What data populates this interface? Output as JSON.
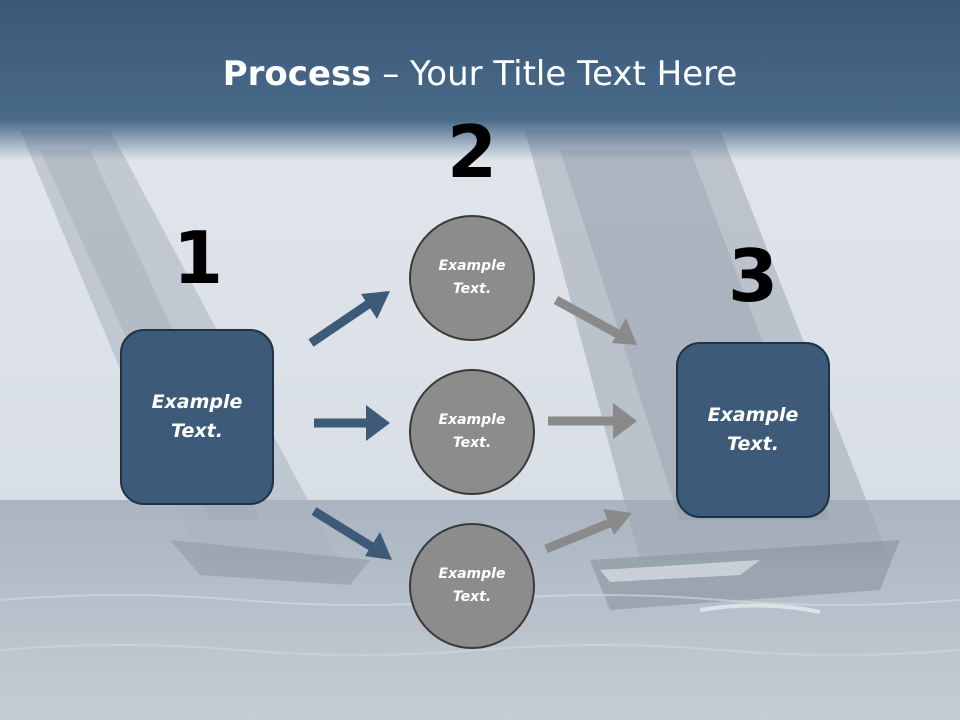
{
  "title": {
    "bold": "Process",
    "rest": " – Your Title Text Here"
  },
  "steps": [
    {
      "number": "1",
      "label": "Example Text."
    },
    {
      "number": "2",
      "label": "Example Text."
    },
    {
      "number": "3",
      "label": "Example Text."
    }
  ],
  "middle_items": [
    {
      "label": "Example Text."
    },
    {
      "label": "Example Text."
    },
    {
      "label": "Example Text."
    }
  ],
  "colors": {
    "box_fill": "#3d5a78",
    "circle_fill": "#8c8c8c",
    "arrow_blue": "#3d5a78",
    "arrow_gray": "#8a8a8a",
    "title_band": "#3f5f7f"
  }
}
